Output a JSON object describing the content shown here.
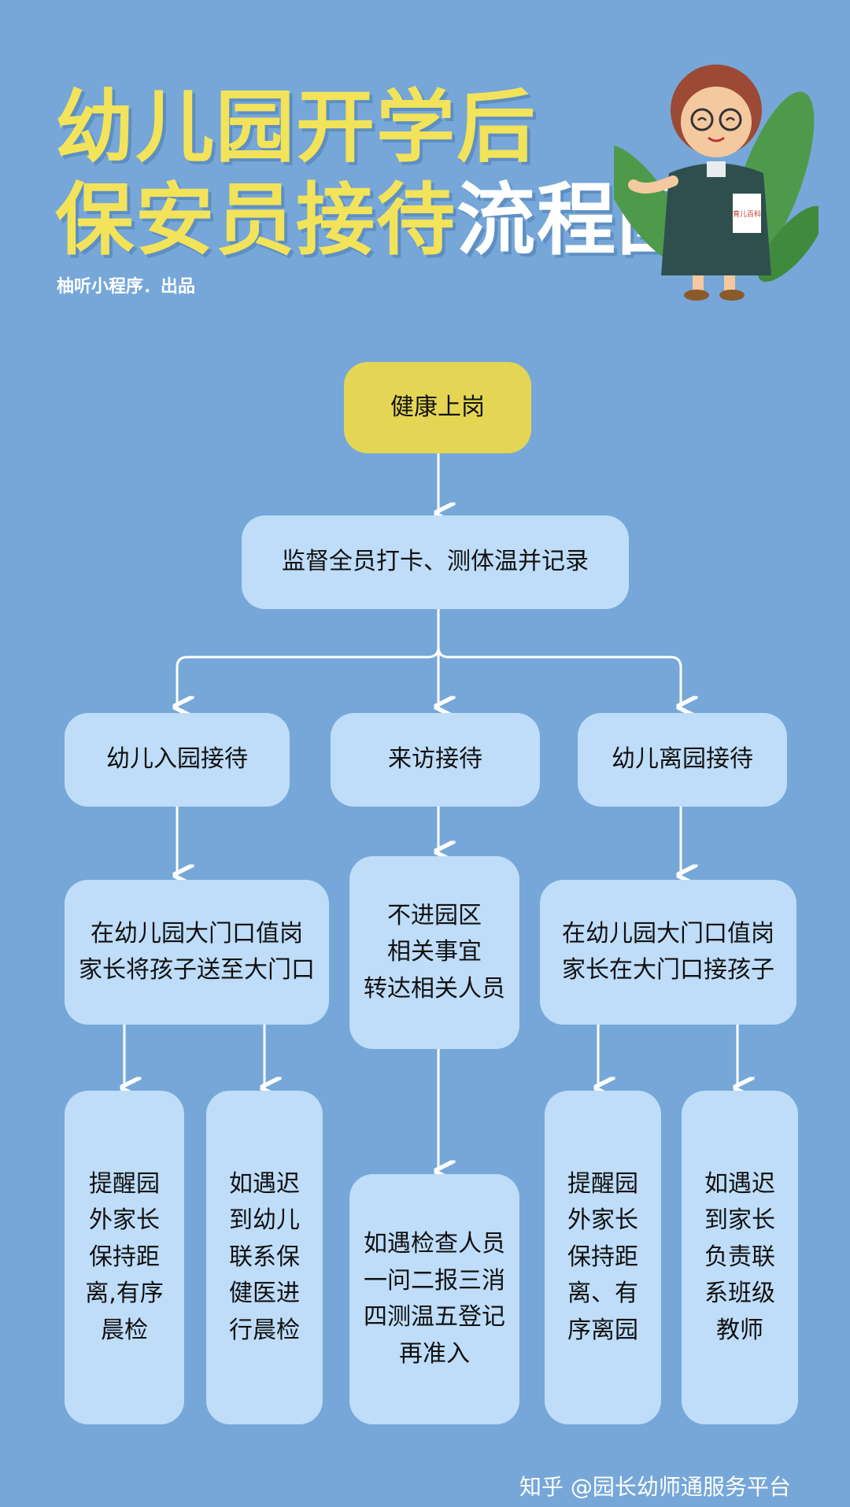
{
  "header": {
    "title_line1": "幼儿园开学后",
    "title_line2_a": "保安员接待",
    "title_line2_b": "流程图",
    "subtitle": "柚听小程序．出品"
  },
  "illustration": {
    "book_label": "育儿百科"
  },
  "flow": {
    "start": "健康上岗",
    "step1": "监督全员打卡、测体温并记录",
    "branch_left": "幼儿入园接待",
    "branch_mid": "来访接待",
    "branch_right": "幼儿离园接待",
    "left_detail": [
      "在幼儿园大门口值岗",
      "家长将孩子送至大门口"
    ],
    "mid_detail": [
      "不进园区",
      "相关事宜",
      "转达相关人员"
    ],
    "right_detail": [
      "在幼儿园大门口值岗",
      "家长在大门口接孩子"
    ],
    "left_sub1": [
      "提醒园",
      "外家长",
      "保持距",
      "离,有序",
      "晨检"
    ],
    "left_sub2": [
      "如遇迟",
      "到幼儿",
      "联系保",
      "健医进",
      "行晨检"
    ],
    "mid_sub": [
      "如遇检查人员",
      "一问二报三消",
      "四测温五登记",
      "再准入"
    ],
    "right_sub1": [
      "提醒园",
      "外家长",
      "保持距",
      "离、有",
      "序离园"
    ],
    "right_sub2": [
      "如遇迟",
      "到家长",
      "负责联",
      "系班级",
      "教师"
    ]
  },
  "footer": {
    "watermark": "知乎 @园长幼师通服务平台"
  },
  "colors": {
    "background": "#76a7d8",
    "box": "#bfddf8",
    "start_box": "#e4d654",
    "title": "#f2e35a"
  }
}
